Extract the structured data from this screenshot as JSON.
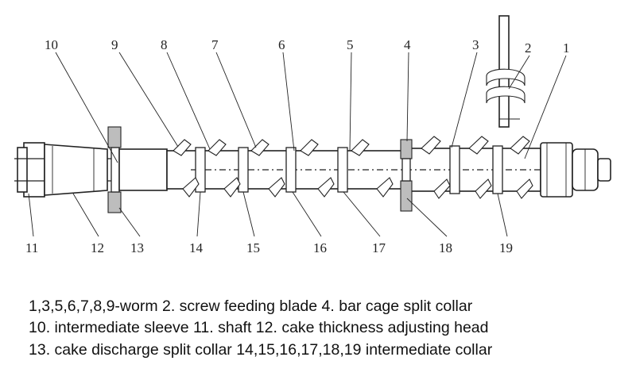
{
  "diagram": {
    "top_labels": [
      "10",
      "9",
      "8",
      "7",
      "6",
      "5",
      "4",
      "3",
      "2",
      "1"
    ],
    "bottom_labels": [
      "11",
      "12",
      "13",
      "14",
      "15",
      "16",
      "17",
      "18",
      "19"
    ],
    "colors": {
      "line": "#222222",
      "background": "#ffffff",
      "hatch": "#bdbdbd"
    }
  },
  "caption": {
    "line1": "1,3,5,6,7,8,9-worm 2. screw feeding blade 4. bar cage split collar",
    "line2": "10. intermediate sleeve 11. shaft 12. cake thickness adjusting head",
    "line3": "13. cake discharge split collar 14,15,16,17,18,19 intermediate collar"
  }
}
